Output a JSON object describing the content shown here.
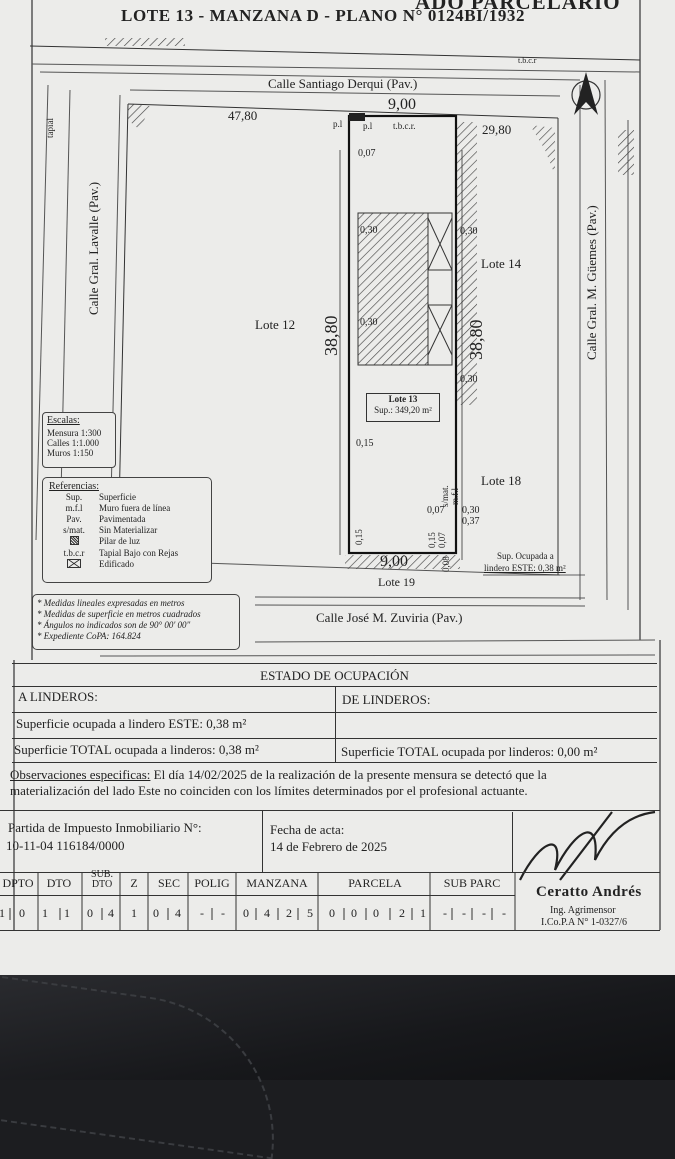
{
  "header": {
    "top_partial": "ADO PARCELARIO",
    "title": "LOTE 13 - MANZANA D - PLANO N° 0124BI/1932"
  },
  "plan": {
    "tbcr_top": "t.b.c.r",
    "street_north": "Calle Santiago Derqui (Pav.)",
    "street_west": "Calle Gral. Lavalle (Pav.)",
    "street_east": "Calle Gral. M. Güemes (Pav.)",
    "street_south": "Calle José M. Zuviria (Pav.)",
    "tapial": "tapial",
    "dim_47_80": "47,80",
    "dim_9_00_top": "9,00",
    "dim_29_80": "29,80",
    "pl1": "p.l",
    "pl2": "p.l",
    "tbcr_mid": "t.b.c.r.",
    "dim_0_07_top": "0,07",
    "dim_0_30_a": "0,30",
    "dim_0_30_b": "0,30",
    "dim_0_30_c": "0,30",
    "dim_0_30_d": "0,30",
    "lote_14": "Lote 14",
    "lote_12": "Lote 12",
    "dim_38_80_left": "38,80",
    "dim_38_80_right": "38,80",
    "lote13_title": "Lote 13",
    "lote13_area": "Sup.: 349,20 m²",
    "dim_0_15": "0,15",
    "lote_18": "Lote 18",
    "smat": "s/mat.",
    "mfl": "m.f.l",
    "dim_0_07_b": "0,07",
    "dim_0_30_e": "0,30",
    "dim_0_37": "0,37",
    "dim_0_15_v1": "0,15",
    "dim_0_15_v2": "0,15",
    "dim_0_07_v": "0,07",
    "dim_0_08_v": "0,08",
    "dim_9_00_bottom": "9,00",
    "lote_19": "Lote 19",
    "sup_ocupada_1": "Sup. Ocupada a",
    "sup_ocupada_2": "lindero ESTE: 0,38 m²"
  },
  "scales": {
    "title": "Escalas:",
    "lines": [
      "Mensura 1:300",
      "Calles 1:1.000",
      "Muros 1:150"
    ]
  },
  "references": {
    "title": "Referencias:",
    "items": [
      {
        "code": "Sup.",
        "label": "Superficie"
      },
      {
        "code": "m.f.l",
        "label": "Muro fuera de línea"
      },
      {
        "code": "Pav.",
        "label": "Pavimentada"
      },
      {
        "code": "s/mat.",
        "label": "Sin Materializar"
      },
      {
        "code": "",
        "label": "Pilar de luz"
      },
      {
        "code": "t.b.c.r",
        "label": "Tapial Bajo con Rejas"
      },
      {
        "code": "",
        "label": "Edificado"
      }
    ]
  },
  "notes": [
    "* Medidas lineales expresadas en metros",
    "* Medidas de superficie en metros cuadrados",
    "* Ángulos no indicados son de 90° 00' 00\"",
    "* Expediente CoPA: 164.824"
  ],
  "occupation": {
    "title": "ESTADO DE OCUPACIÓN",
    "a_linderos": "A LINDEROS:",
    "de_linderos": "DE LINDEROS:",
    "sup_este": "Superficie ocupada a lindero ESTE: 0,38 m²",
    "sup_total_a": "Superficie TOTAL ocupada a linderos: 0,38 m²",
    "sup_total_de": "Superficie TOTAL ocupada por linderos: 0,00 m²"
  },
  "observations": {
    "label": "Observaciones especificas:",
    "line1": " El día 14/02/2025 de la realización de la presente mensura se detectó que la",
    "line2": "materialización del lado Este  no coinciden con los límites determinados por el profesional actuante."
  },
  "footer": {
    "partida_label": "Partida de Impuesto Inmobiliario N°:",
    "partida_value": "10-11-04 116184/0000",
    "fecha_label": "Fecha de acta:",
    "fecha_value": "14 de Febrero de 2025",
    "headers": [
      "DPTO",
      "DTO",
      "SUB. DTO",
      "Z",
      "SEC",
      "POLIG",
      "MANZANA",
      "PARCELA",
      "SUB PARC"
    ],
    "digits": [
      "1",
      "0",
      "1",
      "1",
      "0",
      "4",
      "1",
      "0",
      "4",
      "-",
      "-",
      "0",
      "4",
      "2",
      "5",
      "0",
      "0",
      "0",
      "2",
      "1",
      "-",
      "-",
      "-",
      "-"
    ],
    "signer_name": "Ceratto Andrés",
    "signer_title": "Ing. Agrimensor",
    "signer_license": "I.Co.P.A N° 1-0327/6"
  }
}
